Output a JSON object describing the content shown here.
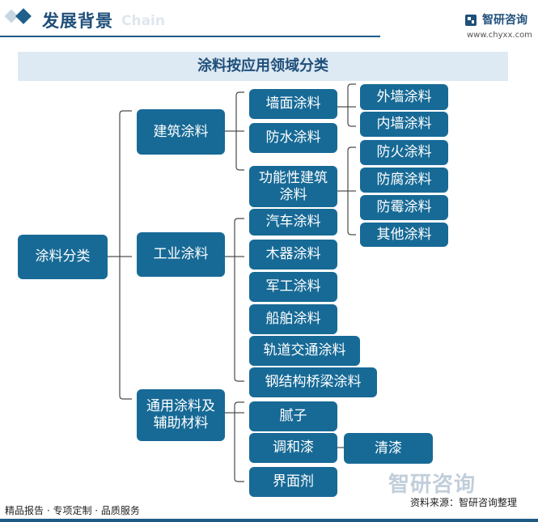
{
  "header": {
    "title": "发展背景",
    "ghost_text": "Chain",
    "brand": "智研咨询",
    "url": "www.chyxx.com"
  },
  "diagram": {
    "title": "涂料按应用领域分类",
    "root": "涂料分类",
    "level1": [
      "建筑涂料",
      "工业涂料",
      "通用涂料及辅助材料"
    ],
    "architectural": [
      "墙面涂料",
      "防水涂料",
      "功能性建筑涂料"
    ],
    "wall_types": [
      "外墙涂料",
      "内墙涂料"
    ],
    "functional_types": [
      "防火涂料",
      "防腐涂料",
      "防霉涂料",
      "其他涂料"
    ],
    "industrial": [
      "汽车涂料",
      "木器涂料",
      "军工涂料",
      "船舶涂料",
      "轨道交通涂料",
      "钢结构桥梁涂料"
    ],
    "general": [
      "腻子",
      "调和漆",
      "界面剂"
    ],
    "paint_types": [
      "清漆"
    ]
  },
  "footer": {
    "left": "精品报告 · 专项定制 · 品质服务",
    "logo": "智研咨询",
    "source": "资料来源：智研咨询整理"
  },
  "colors": {
    "node": "#176a96",
    "primary": "#1f4f7a",
    "band": "#dde9f3",
    "connector": "#4a4a4a"
  }
}
